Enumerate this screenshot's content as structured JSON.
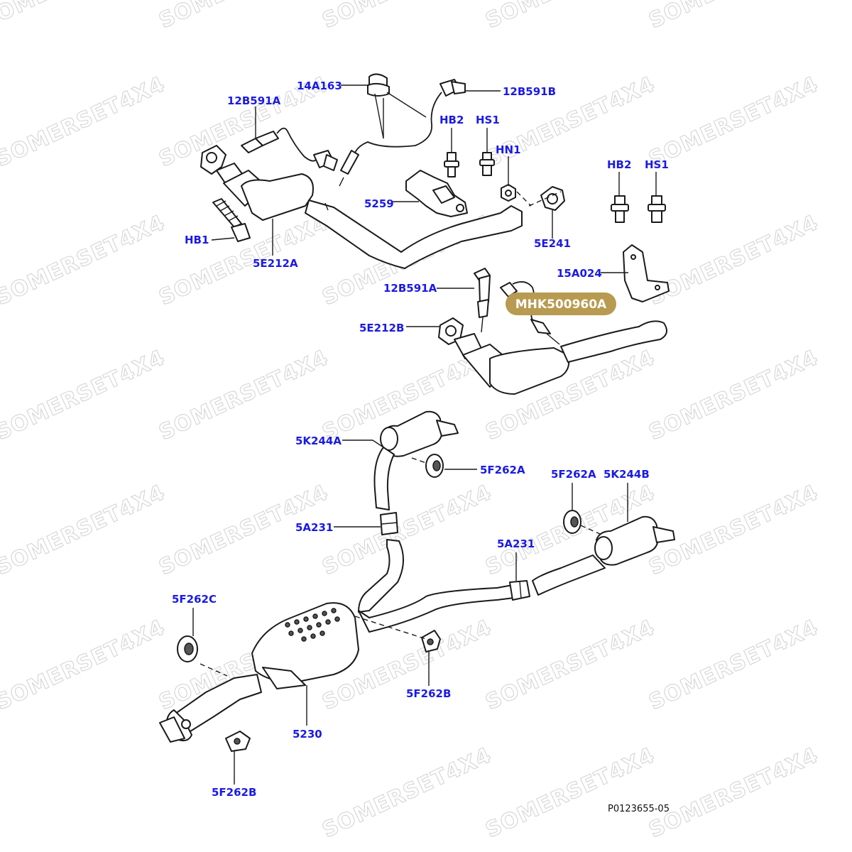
{
  "watermark": "SOMERSET4X4",
  "reference": "P0123655-05",
  "highlight": "MHK500960A",
  "labels": {
    "14A163": "14A163",
    "12B591A_top": "12B591A",
    "12B591B": "12B591B",
    "HB2_mid": "HB2",
    "HS1_mid": "HS1",
    "HN1": "HN1",
    "HB2_right": "HB2",
    "HS1_right": "HS1",
    "5259": "5259",
    "HB1": "HB1",
    "5E212A": "5E212A",
    "5E241": "5E241",
    "15A024": "15A024",
    "12B591A_mid": "12B591A",
    "5E212B": "5E212B",
    "5K244A": "5K244A",
    "5F262A_left": "5F262A",
    "5F262A_right": "5F262A",
    "5K244B": "5K244B",
    "5A231_left": "5A231",
    "5A231_right": "5A231",
    "5F262C": "5F262C",
    "5F262B_mid": "5F262B",
    "5230": "5230",
    "5F262B_bottom": "5F262B"
  }
}
